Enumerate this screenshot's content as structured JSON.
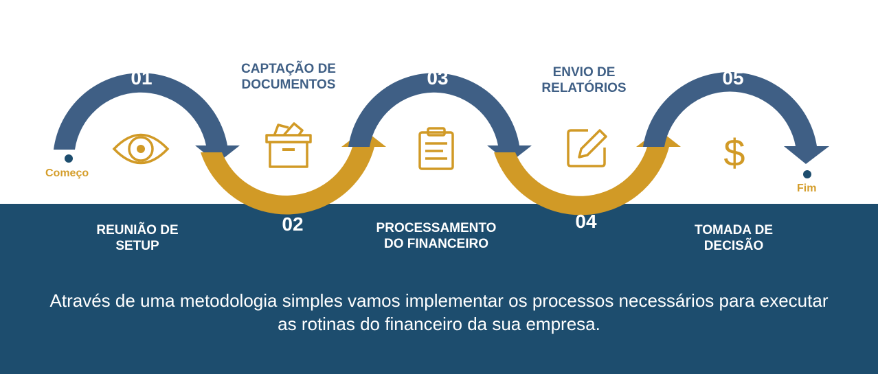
{
  "colors": {
    "blue": "#3f5f85",
    "gold": "#d19a26",
    "band": "#1d4d6e"
  },
  "start_label": "Começo",
  "end_label": "Fim",
  "steps": [
    {
      "num": "01",
      "title": "REUNIÃO DE\nSETUP",
      "icon": "eye-icon"
    },
    {
      "num": "02",
      "title": "CAPTAÇÃO DE\nDOCUMENTOS",
      "icon": "document-box-icon"
    },
    {
      "num": "03",
      "title": "PROCESSAMENTO\nDO FINANCEIRO",
      "icon": "clipboard-icon"
    },
    {
      "num": "04",
      "title": "ENVIO DE\nRELATÓRIOS",
      "icon": "edit-icon"
    },
    {
      "num": "05",
      "title": "TOMADA DE\nDECISÃO",
      "icon": "dollar-icon"
    }
  ],
  "tagline": "Através de uma metodologia simples vamos implementar os processos necessários para executar as rotinas do financeiro da sua empresa."
}
